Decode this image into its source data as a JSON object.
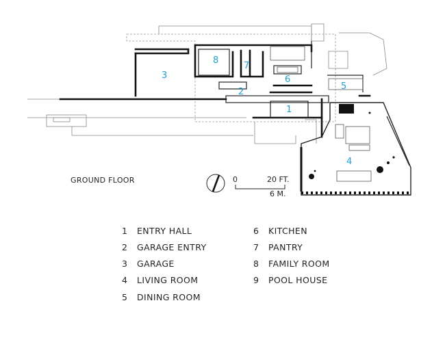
{
  "caption": "GROUND FLOOR",
  "scale": {
    "zero": "0",
    "feet": "20 FT.",
    "meters": "6 M."
  },
  "rooms": [
    {
      "num": "1",
      "name": "ENTRY HALL"
    },
    {
      "num": "2",
      "name": "GARAGE ENTRY"
    },
    {
      "num": "3",
      "name": "GARAGE"
    },
    {
      "num": "4",
      "name": "LIVING ROOM"
    },
    {
      "num": "5",
      "name": "DINING ROOM"
    },
    {
      "num": "6",
      "name": "KITCHEN"
    },
    {
      "num": "7",
      "name": "PANTRY"
    },
    {
      "num": "8",
      "name": "FAMILY ROOM"
    },
    {
      "num": "9",
      "name": "POOL HOUSE"
    }
  ],
  "colors": {
    "room_number": "#1aa3d9",
    "walls": "#111111",
    "thin_lines": "#777777"
  }
}
